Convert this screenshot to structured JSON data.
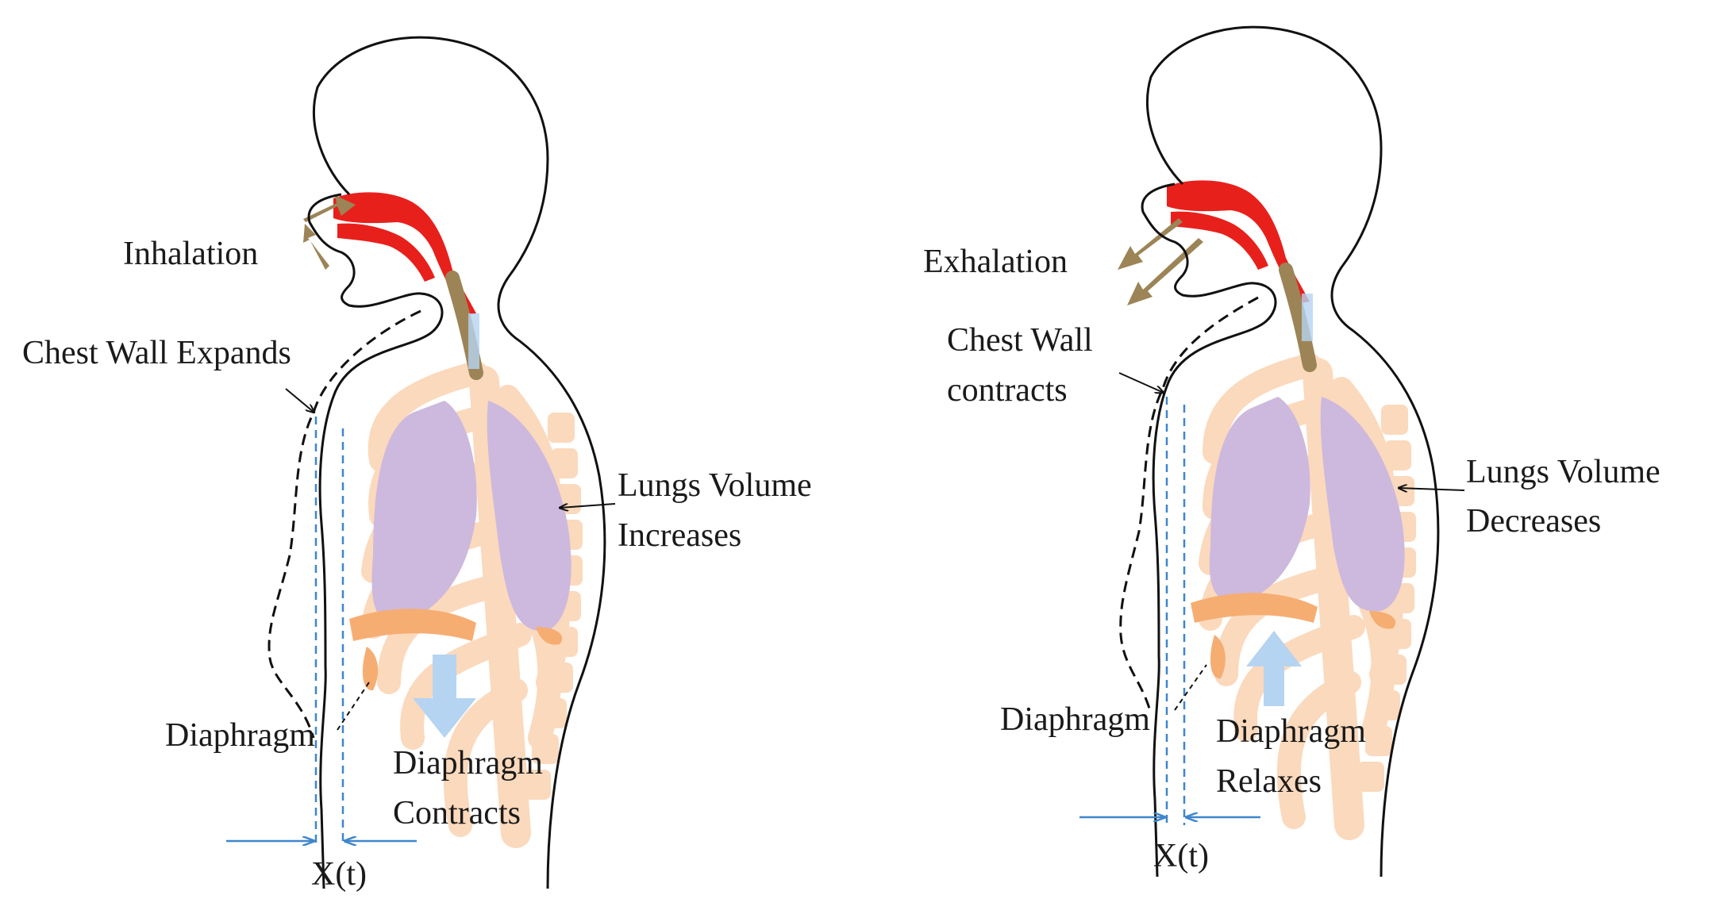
{
  "panels": [
    {
      "phase_label": "Inhalation",
      "chest_wall_label": [
        "Chest Wall Expands"
      ],
      "lungs_label": [
        "Lungs Volume",
        "Increases"
      ],
      "diaphragm_label": "Diaphragm",
      "diaphragm_action_label": [
        "Diaphragm",
        "Contracts"
      ],
      "displacement_label": "X(t)",
      "airflow_direction": "in",
      "diaphragm_motion": "down"
    },
    {
      "phase_label": "Exhalation",
      "chest_wall_label": [
        "Chest Wall",
        "contracts"
      ],
      "lungs_label": [
        "Lungs Volume",
        "Decreases"
      ],
      "diaphragm_label": "Diaphragm",
      "diaphragm_action_label": [
        "Diaphragm",
        "Relaxes"
      ],
      "displacement_label": "X(t)",
      "airflow_direction": "out",
      "diaphragm_motion": "up"
    }
  ],
  "colors": {
    "outline": "#111111",
    "airway": "#e8201c",
    "trachea": "#9c8456",
    "lung": "#cdb9dd",
    "ribcage": "#fbd9bc",
    "diaphragm": "#f6ad72",
    "measure": "#3f86cc",
    "motion_arrow": "#b5d4f1"
  }
}
